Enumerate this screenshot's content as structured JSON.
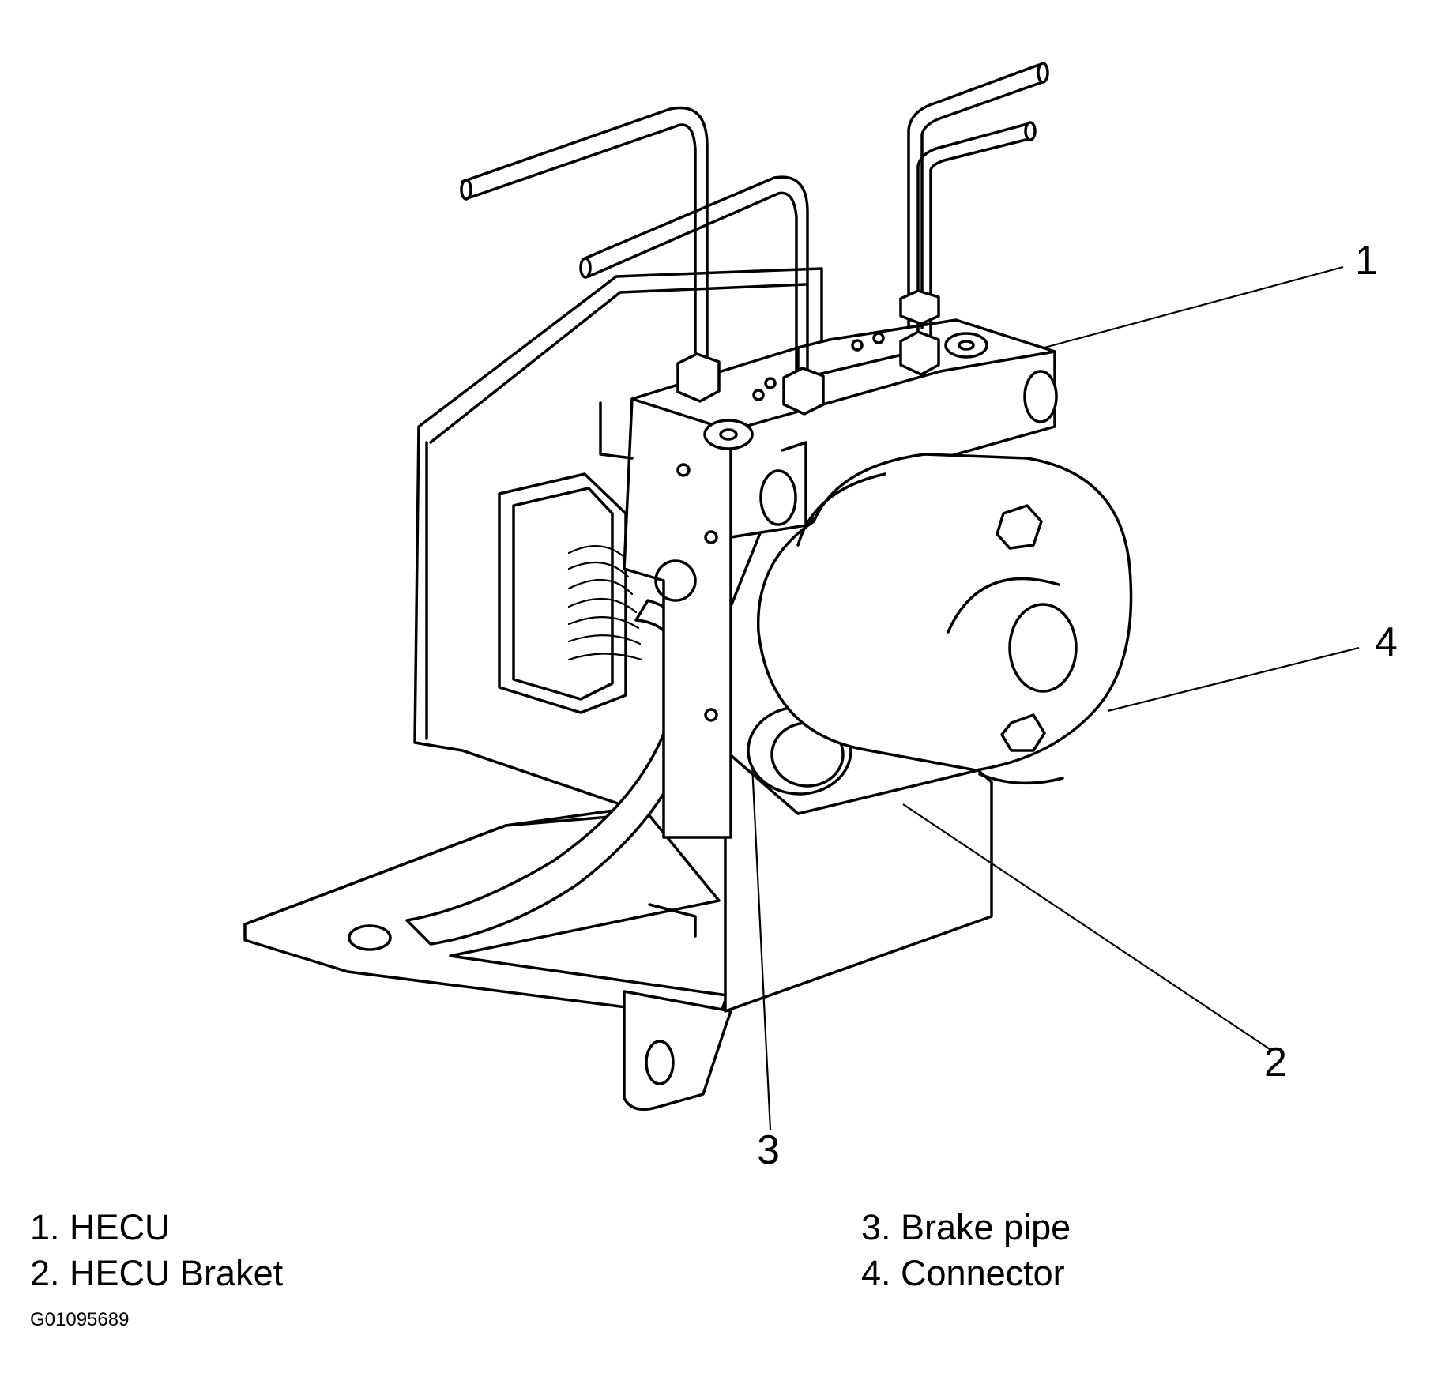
{
  "callouts": {
    "c1": "1",
    "c2": "2",
    "c3": "3",
    "c4": "4"
  },
  "legend": {
    "left": [
      "1. HECU",
      "2. HECU Braket"
    ],
    "right": [
      "3. Brake pipe",
      "4. Connector"
    ]
  },
  "figure_id": "G01095689"
}
